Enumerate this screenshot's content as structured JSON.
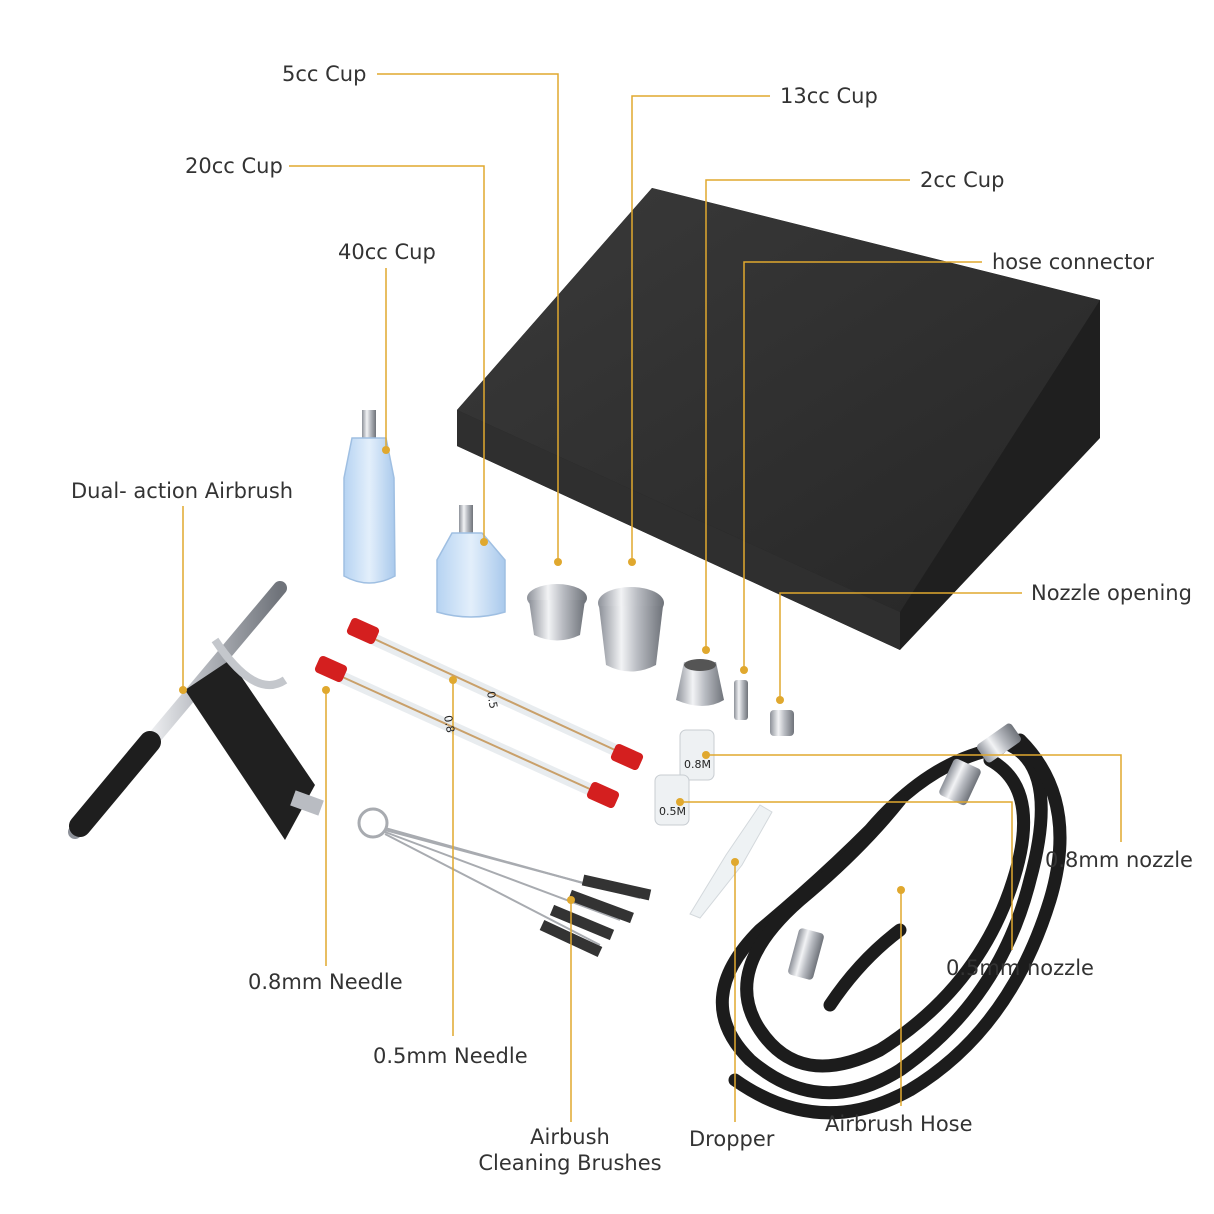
{
  "colors": {
    "leader_line": "#e0a82e",
    "box": "#2c2c2c",
    "hose": "#1c1c1c",
    "needle_cap": "#d41f1f",
    "chrome": "#c9ccd2",
    "cup_plastic": "#cfe3f7"
  },
  "labels": {
    "cup_5cc": "5cc Cup",
    "cup_13cc": "13cc Cup",
    "cup_20cc": "20cc Cup",
    "cup_2cc": "2cc Cup",
    "hose_connector": "hose connector",
    "cup_40cc": "40cc Cup",
    "dual_action_airbrush": "Dual- action Airbrush",
    "nozzle_opening": "Nozzle opening",
    "nozzle_08": "0.8mm nozzle",
    "nozzle_05": "0.5mm nozzle",
    "needle_08": "0.8mm Needle",
    "needle_05": "0.5mm Needle",
    "brushes_line1": "Airbush",
    "brushes_line2": "Cleaning Brushes",
    "dropper": "Dropper",
    "airbrush_hose": "Airbrush Hose"
  },
  "item_marks": {
    "needle_08_tube": "0.8",
    "needle_05_tube": "0.5",
    "nozzle_08_vial": "0.8M",
    "nozzle_05_vial": "0.5M"
  }
}
